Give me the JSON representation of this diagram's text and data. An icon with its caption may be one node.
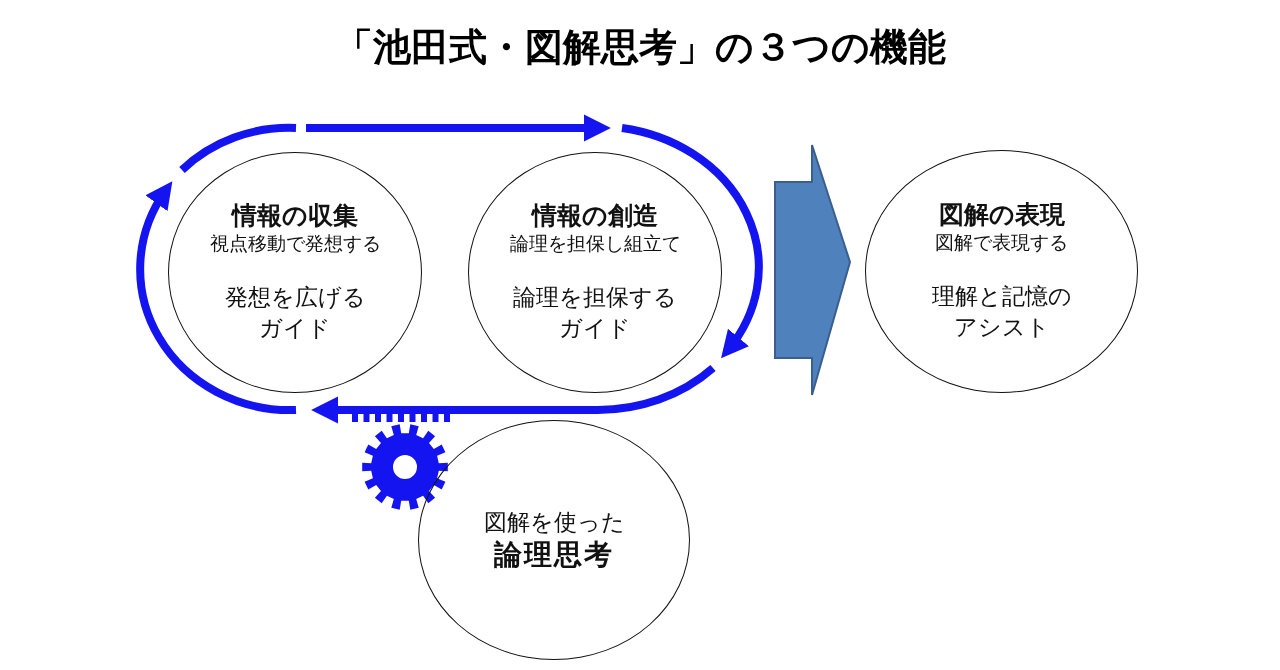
{
  "diagram": {
    "title": "「池田式・図解思考」の３つの機能",
    "nodes": [
      {
        "text": [
          "情報の収集",
          "視点移動で発想する",
          "発想を広げるガイド"
        ]
      },
      {
        "text": [
          "情報の創造",
          "論理を担保し組立て",
          "論理を担保するガイド"
        ]
      },
      {
        "text": [
          "図解の表現",
          "図解で表現する",
          "理解と記憶のアシスト"
        ]
      },
      {
        "text": [
          "図解を使った",
          "論理思考"
        ]
      }
    ],
    "edges": [
      {
        "from": 0,
        "to": 1,
        "arrow": "to"
      },
      {
        "from": 1,
        "to": 0,
        "arrow": "to"
      },
      {
        "from": 1,
        "to": 2,
        "arrow": "to",
        "style": "thick"
      }
    ]
  }
}
